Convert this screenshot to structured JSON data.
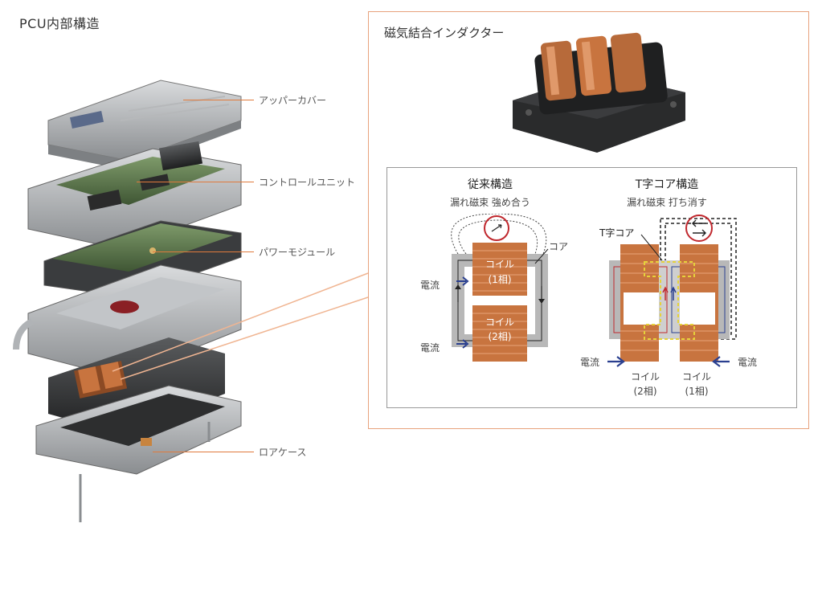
{
  "title": "PCU内部構造",
  "parts": {
    "upper_cover": "アッパーカバー",
    "control_unit": "コントロールユニット",
    "power_module": "パワーモジュール",
    "lower_case": "ロアケース"
  },
  "inset": {
    "title": "磁気結合インダクター",
    "conventional": {
      "heading": "従来構造",
      "subheading": "漏れ磁束 強め合う",
      "core_label": "コア",
      "coil_1_line1": "コイル",
      "coil_1_line2": "(1相)",
      "coil_2_line1": "コイル",
      "coil_2_line2": "(2相)",
      "current_top": "電流",
      "current_bottom": "電流"
    },
    "t_core": {
      "heading": "T字コア構造",
      "subheading": "漏れ磁束 打ち消す",
      "core_label": "T字コア",
      "current_left": "電流",
      "current_right": "電流",
      "coil_left_line1": "コイル",
      "coil_left_line2": "(2相)",
      "coil_right_line1": "コイル",
      "coil_right_line2": "(1相)"
    }
  },
  "colors": {
    "accent": "#e07a3c",
    "copper": "#c8743f",
    "core_gray": "#b8b8b8",
    "flux_red": "#c0282e",
    "arrow_blue": "#2a3f8f",
    "t_core_yellow": "#e6d23a"
  }
}
